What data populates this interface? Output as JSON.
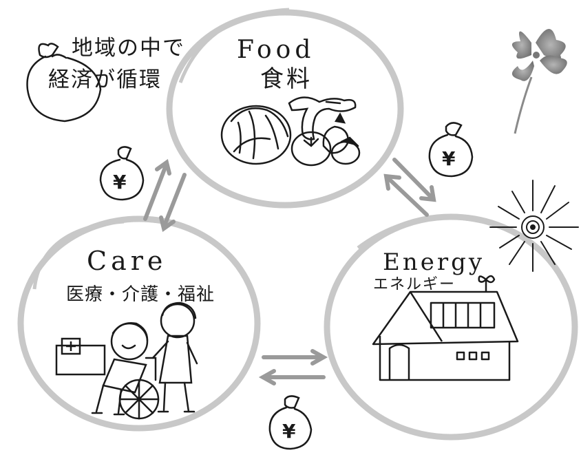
{
  "headline": {
    "line1": "地域の中で",
    "line2": "経済が循環"
  },
  "nodes": {
    "food": {
      "title": "Food",
      "subtitle": "食料"
    },
    "care": {
      "title": "Care",
      "subtitle": "医療・介護・福祉"
    },
    "energy": {
      "title": "Energy",
      "subtitle": "エネルギー"
    }
  },
  "money_symbol": "¥",
  "colors": {
    "ink": "#1a1a1a",
    "circle": "#c8c8c8",
    "arrow": "#9a9a9a",
    "clover": "#8a8a8a"
  }
}
